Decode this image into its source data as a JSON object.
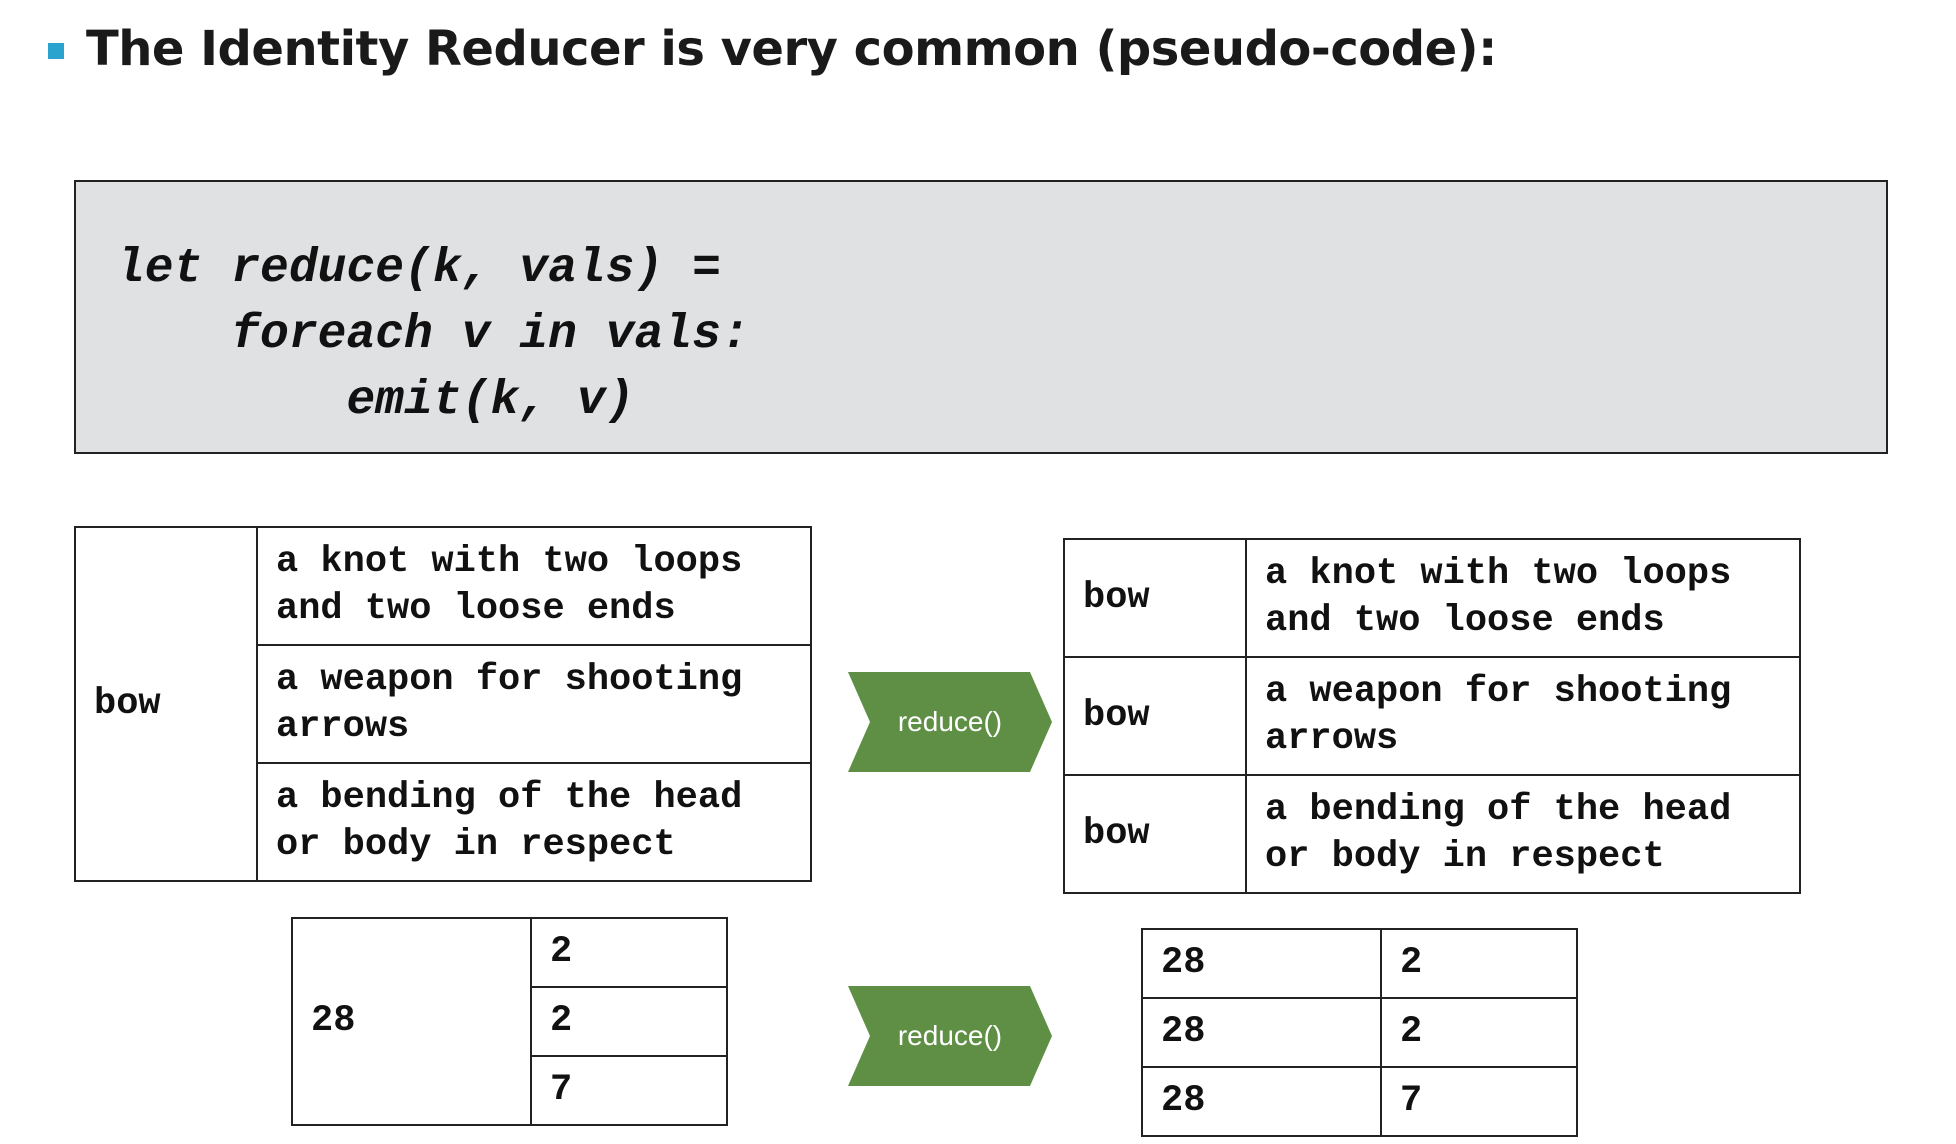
{
  "heading": {
    "text": "The Identity Reducer is very common (pseudo-code):"
  },
  "colors": {
    "bullet": "#2aa3cf",
    "arrow": "#5f8f45",
    "code_bg": "#e0e1e3"
  },
  "code": {
    "lines": [
      "let reduce(k, vals) =",
      "    foreach v in vals:",
      "        emit(k, v)"
    ]
  },
  "example1": {
    "input": {
      "key": "bow",
      "values": [
        "a knot with two loops\nand two loose ends",
        "a weapon for shooting\narrows",
        "a bending of the head\nor body in respect"
      ]
    },
    "arrow_label": "reduce()",
    "output": [
      {
        "key": "bow",
        "value": "a knot with two loops\nand two loose ends"
      },
      {
        "key": "bow",
        "value": "a weapon for shooting\narrows"
      },
      {
        "key": "bow",
        "value": "a bending of the head\nor body in respect"
      }
    ]
  },
  "example2": {
    "input": {
      "key": "28",
      "values": [
        "2",
        "2",
        "7"
      ]
    },
    "arrow_label": "reduce()",
    "output": [
      {
        "key": "28",
        "value": "2"
      },
      {
        "key": "28",
        "value": "2"
      },
      {
        "key": "28",
        "value": "7"
      }
    ]
  }
}
